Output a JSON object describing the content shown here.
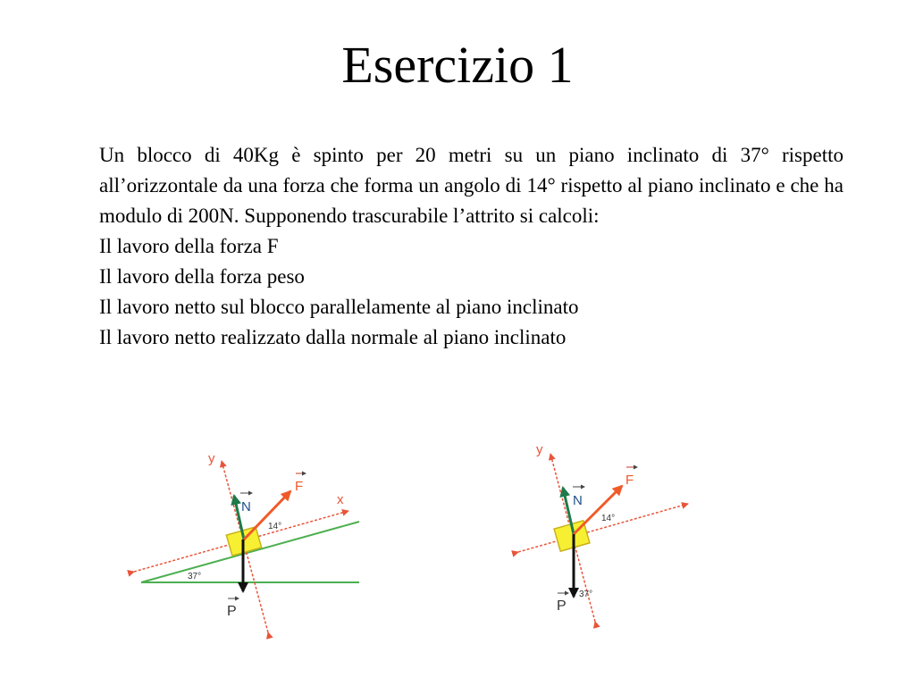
{
  "slide": {
    "title": "Esercizio 1",
    "problem": "Un blocco di 40Kg è spinto per 20 metri su un piano inclinato di 37° rispetto all’orizzontale da una forza che forma un angolo di 14° rispetto al piano inclinato e che ha modulo di 200N. Supponendo trascurabile l’attrito si calcoli:",
    "questions": [
      "Il lavoro della forza F",
      "Il lavoro della forza peso",
      "Il lavoro netto sul blocco parallelamente al piano inclinato",
      "Il lavoro netto realizzato dalla normale al piano inclinato"
    ]
  },
  "diagrams": {
    "left": {
      "axis_y": "y",
      "axis_x": "x",
      "normal": "N",
      "force": "F",
      "weight": "P",
      "angle_force": "14°",
      "angle_incline": "37°"
    },
    "right": {
      "axis_y": "y",
      "normal": "N",
      "force": "F",
      "weight": "P",
      "angle_force": "14°",
      "angle_weight": "37°"
    }
  },
  "colors": {
    "axis": "#e8553a",
    "normal": "#1f7a4a",
    "force": "#f05a28",
    "weight": "#111111",
    "block_fill": "#f7f032",
    "block_stroke": "#c9b21a",
    "incline": "#4caf50"
  }
}
